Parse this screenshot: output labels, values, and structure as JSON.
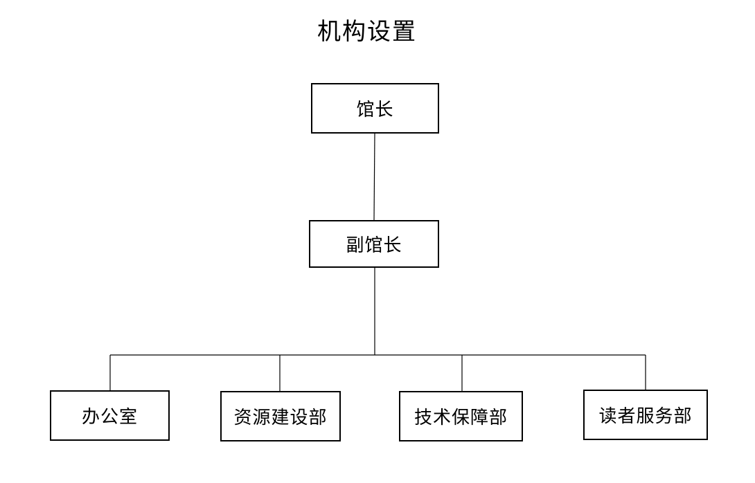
{
  "title": "机构设置",
  "org_chart": {
    "director": "馆长",
    "deputy_director": "副馆长",
    "departments": [
      "办公室",
      "资源建设部",
      "技术保障部",
      "读者服务部"
    ]
  },
  "colors": {
    "line": "#000000",
    "box_border": "#000000",
    "background": "#ffffff",
    "text": "#000000"
  }
}
